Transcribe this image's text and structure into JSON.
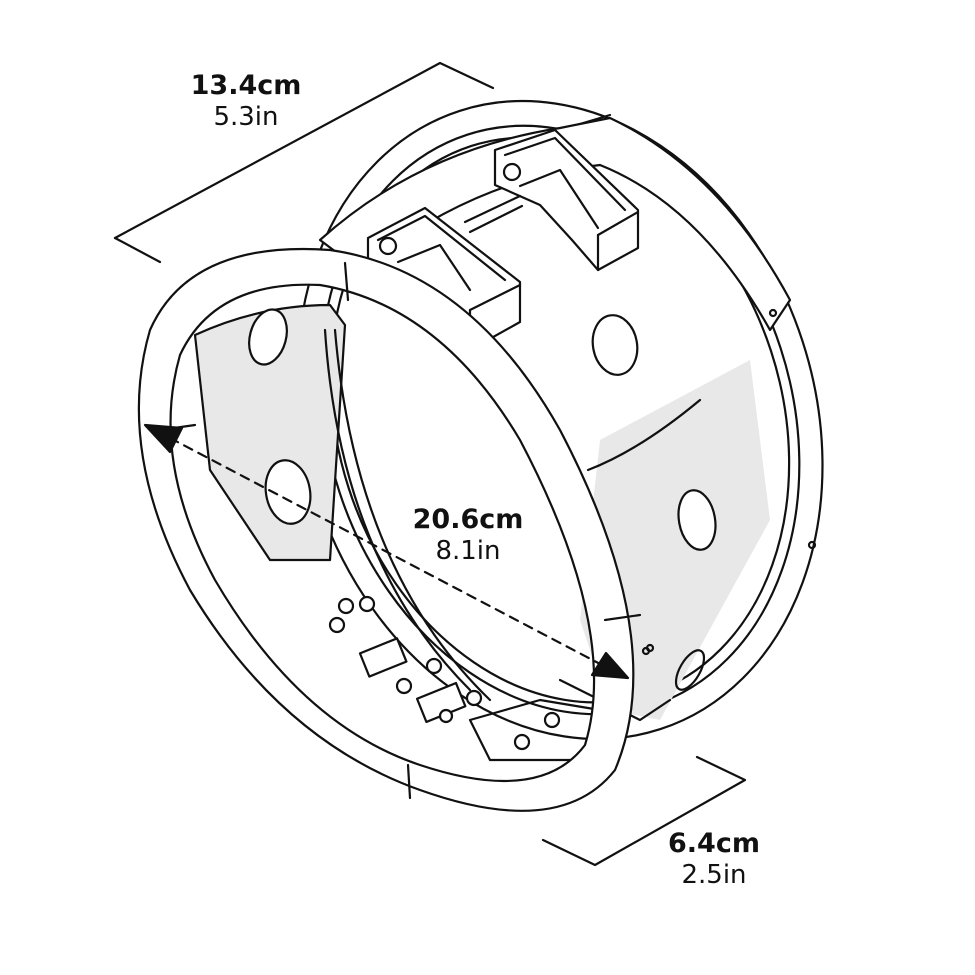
{
  "dimensions": {
    "width": {
      "metric": "13.4cm",
      "imperial": "5.3in"
    },
    "diameter": {
      "metric": "20.6cm",
      "imperial": "8.1in"
    },
    "depth": {
      "metric": "6.4cm",
      "imperial": "2.5in"
    }
  },
  "colors": {
    "line": "#111111",
    "fill": "#ffffff",
    "shade": "#e8e8e8"
  }
}
